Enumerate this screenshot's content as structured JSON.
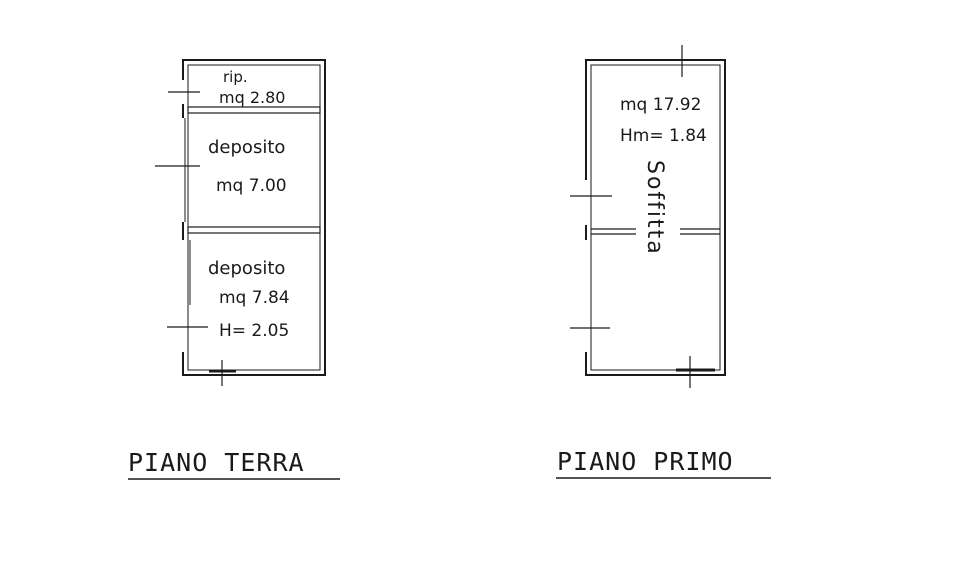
{
  "floors": {
    "ground": {
      "caption": "PIANO TERRA",
      "rooms": [
        {
          "name": "rip.",
          "area": "mq 2.80"
        },
        {
          "name": "deposito",
          "area": "mq 7.00"
        },
        {
          "name": "deposito",
          "area": "mq 7.84",
          "height": "H= 2.05"
        }
      ]
    },
    "first": {
      "caption": "PIANO PRIMO",
      "area": "mq 17.92",
      "height": "Hm= 1.84",
      "room_name": "Soffitta"
    }
  },
  "colors": {
    "ink": "#1a1a1a",
    "paper": "#ffffff"
  }
}
